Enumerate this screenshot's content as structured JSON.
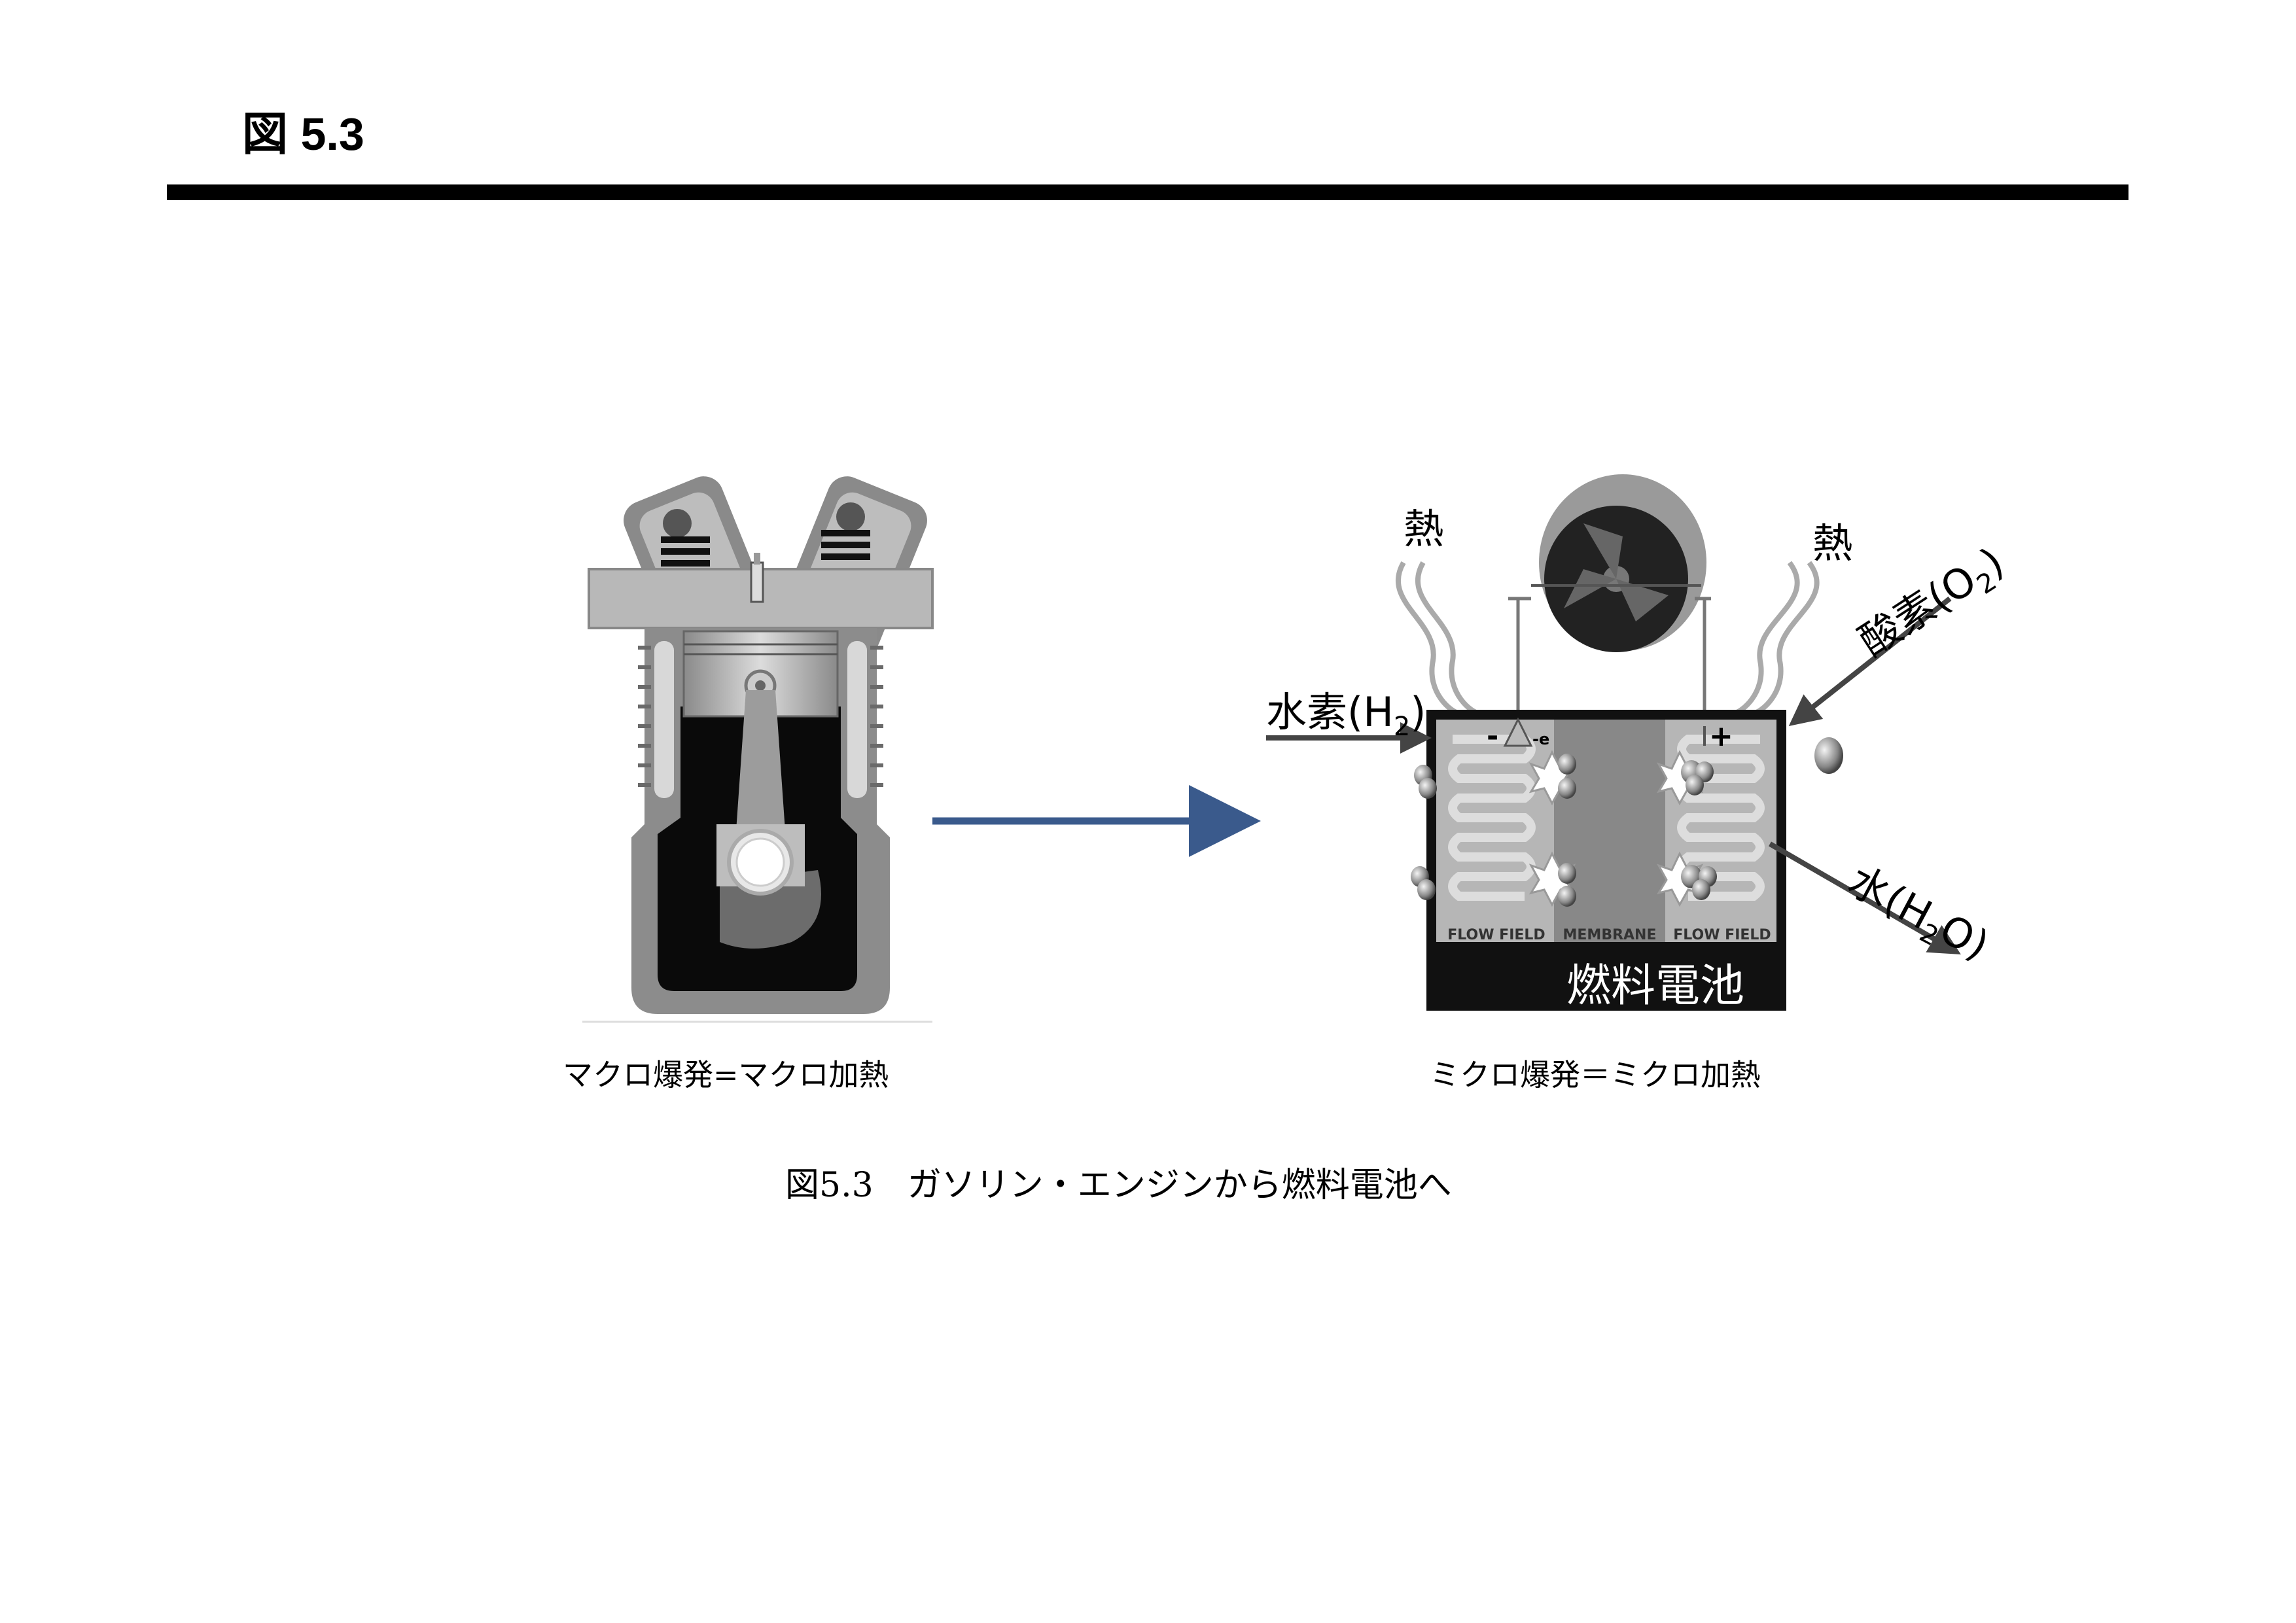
{
  "heading": "図 5.3",
  "engine": {
    "caption": "マクロ爆発=マクロ加熱"
  },
  "fuel_cell": {
    "caption": "ミクロ爆発＝ミクロ加熱",
    "heat_left": "熱",
    "heat_right": "熱",
    "hydrogen": "水素(H",
    "hydrogen_sub": "2",
    "hydrogen_close": ")",
    "oxygen": "酸素(O",
    "oxygen_sub": "2",
    "oxygen_close": ")",
    "water": "水(H",
    "water_sub": "2",
    "water_close": "O)",
    "minus": "-",
    "electron": "-e",
    "plus": "+",
    "flow_field_left": "FLOW FIELD",
    "membrane": "MEMBRANE",
    "flow_field_right": "FLOW FIELD",
    "title": "燃料電池"
  },
  "figure_caption": "図5.3　ガソリン・エンジンから燃料電池へ",
  "colors": {
    "arrow": "#3a5a8c"
  }
}
